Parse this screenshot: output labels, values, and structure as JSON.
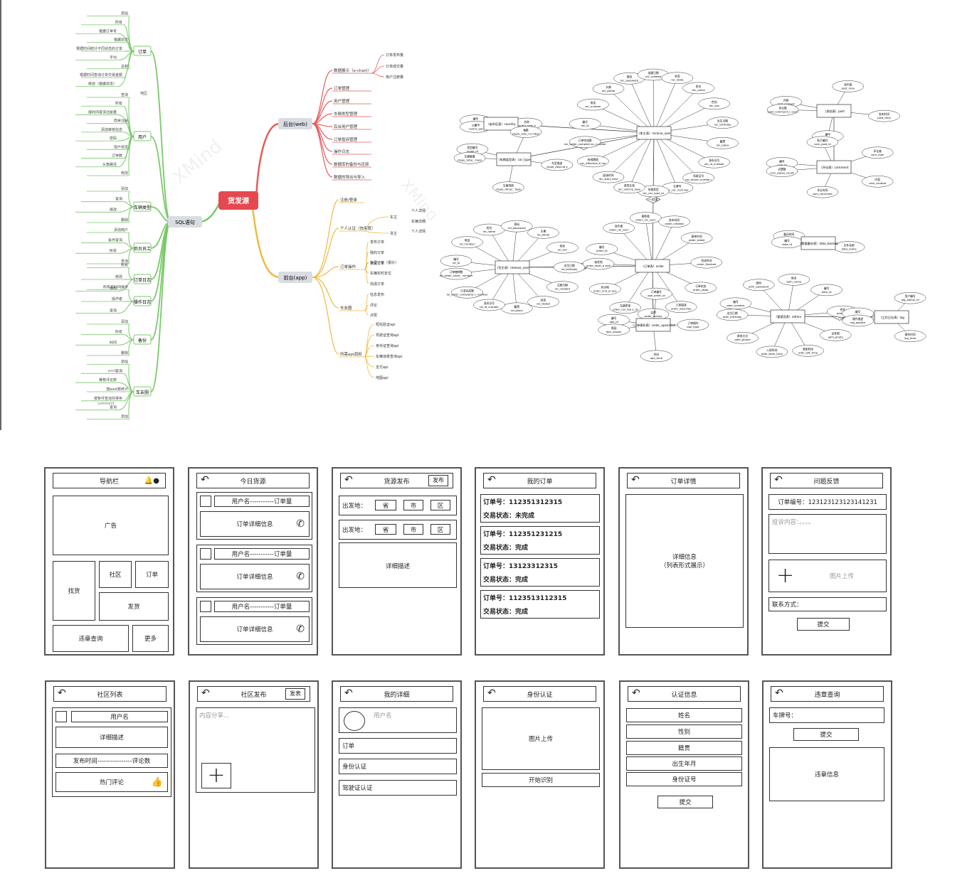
{
  "mindmap": {
    "center": "货发源",
    "sql_root": "SQL语句",
    "backend": "后台(web)",
    "frontend": "前台(app)",
    "sql_groups": [
      {
        "name": "订单",
        "leaves": [
          "添加",
          "所有",
          "根据订单号",
          "根据状态",
          "根据时间统计不同状态的订单",
          "平均",
          "总和",
          "根据时间查询订单交易金额",
          "修改（根据状态）"
        ]
      },
      {
        "name": "用户",
        "leaves": [
          "查询",
          "所有",
          "按时间查询注册量",
          "简单注册",
          "添加审核信息",
          "密码",
          "用户状态",
          "订单数",
          "头像路径",
          "修改"
        ]
      },
      {
        "name": "车辆类型",
        "leaves": [
          "添加",
          "查询",
          "修改",
          "删除"
        ]
      },
      {
        "name": "后台员工",
        "leaves": [
          "添加用户",
          "条件查询",
          "所有",
          "查询"
        ]
      },
      {
        "name": "订单日志",
        "leaves": [
          "所有",
          "修改",
          "添加"
        ]
      },
      {
        "name": "操作日志",
        "leaves": [
          "所有按时间排序",
          "操作者",
          "查询"
        ]
      },
      {
        "name": "备份",
        "leaves": [
          "添加",
          "所有",
          "时间",
          "删除"
        ]
      },
      {
        "name": "车友圈",
        "leaves": [
          "添加",
          "查询",
          "推荐评论数",
          "按post数统计",
          "按条件查询并排序",
          "查询",
          "添加"
        ]
      }
    ],
    "sql_misc": [
      "post",
      "comment",
      "地区"
    ],
    "backend_items": [
      "数据展示（e-chart）",
      "订单管理",
      "用户管理",
      "车辆类型管理",
      "后台用户管理",
      "订单投诉管理",
      "操作日志",
      "数据库的备份与还原",
      "数据的导出与导入"
    ],
    "backend_sub": [
      "订单发布量",
      "订单成交量",
      "用户注册量"
    ],
    "frontend_items": [
      "注册/登录",
      "个人认证（信用度）",
      "订单操作",
      "车友圈",
      "所需api调用"
    ],
    "frontend_sub": {
      "auth": [
        "车主",
        "货主",
        "个人详情",
        "车辆详细",
        "个人详情"
      ],
      "order": [
        "发布订单",
        "我的订单",
        "接受订单",
        "车辆实时定位",
        "完成订单",
        "车型订单（报价）"
      ],
      "circle": [
        "信息发布",
        "评论",
        "点赞"
      ],
      "api": [
        "短信验证api",
        "驾驶证查询api",
        "身份证查询api",
        "车辆违章查询api",
        "支付api",
        "地图api"
      ]
    },
    "watermark": "XMind"
  },
  "er": {
    "entities": [
      {
        "name": "（省市区表）country",
        "attrs": [
          "编号 country_id",
          "名称 coutry_nam e",
          "父编号 coutry_pid"
        ]
      },
      {
        "name": "（车辆类型表）car_type",
        "attrs": [
          "类型编号 ctype_id",
          "轴数 ctype_axle_nu mber",
          "车型描述 ctype_describ e",
          "车辆驾照 ctype_driver_ type",
          "车辆载重 ctype_total_ mass"
        ]
      },
      {
        "name": "（车主表）receive_user",
        "attrs": [
          "编号 rec_id",
          "电话 rec_number",
          "头像 rec_photo",
          "密码 rec_password",
          "创建日期 rec_created",
          "状态 rec_state",
          "姓名 rec_name",
          "性别 rec_sex",
          "出生日期 rec_birthday",
          "籍贯 rec_place",
          "身份证号 rec_id_number",
          "驾驶证号 rec_driver_numbe r",
          "车牌号 rec_car_num ber",
          "车辆类型 rec_car_type_id",
          "准驾车型 rec_vehicle_type",
          "起始时间 rec_start_time",
          "有效期限 rec_effective_ti me",
          "订单完成数 rec_order_completi on_number"
        ]
      },
      {
        "name": "（发帖表）post",
        "attrs": [
          "内容 post_context",
          "发布者 post_man",
          "发布时间 post_time",
          "编号 post_id",
          "评论数 post_comment_c ount"
        ]
      },
      {
        "name": "（评论表）comment",
        "attrs": [
          "编号 com_id",
          "帖子编号 com_post_id",
          "评论者 com_man",
          "内容 com_context",
          "评论时间 com_comment",
          "点赞数 com_agree_count"
        ]
      },
      {
        "name": "（数据备份表）data_backup",
        "attrs": [
          "备份时间 data_time",
          "文件名称 data_name",
          "编号 data_id"
        ]
      },
      {
        "name": "（货主表）release_user",
        "attrs": [
          "编号 rel_id",
          "电话 rel_number",
          "姓名 rel_name",
          "密码 rel_password",
          "头像 rel_photo",
          "性别 rel_sex",
          "出生日期 rel_birthday",
          "注册日期 rel_created",
          "状态 rel_stated",
          "籍贯 rel_place",
          "身份证号 rel_id_number",
          "订单完成数 rel_order_completio n_number",
          "订单撤销数 rel_order_cacel_ number"
        ]
      },
      {
        "name": "（订单表）order",
        "attrs": [
          "编号 order_id",
          "发布者 order_rel_user",
          "接收者 order_rec_user",
          "发布时间 order_created",
          "接单时间 order_taked",
          "完成时间 order_finished",
          "订单状态 order_state",
          "订单描述 order_describe",
          "运费 order_money",
          "车辆类型 order_car_typ e_id",
          "终点地 order_end_pl ace",
          "始发地 order_start_p lace"
        ]
      },
      {
        "name": "（订单操作表）order_opeartion",
        "attrs": [
          "编号 ope_id",
          "订单编号 ope_order_id",
          "订单操作 ope_type",
          "时间 ope_time",
          "原因 ope_reason"
        ]
      },
      {
        "name": "（管理员表）admin",
        "attrs": [
          "编号 adm_number",
          "密码 adm_password",
          "姓名 adm_name",
          "编号 adm_id",
          "性别 adm_sex",
          "证件照 adm_photo",
          "离职时间 adm_left_time",
          "入职时间 adm_work_time",
          "联系方式 adm_phone",
          "出生日期 adm_birthday"
        ]
      },
      {
        "name": "（工作日志表）log",
        "attrs": [
          "编号 log_id",
          "用户编号 log_admin_id",
          "操作时间 log_time",
          "操作描述 log_opeate"
        ]
      }
    ],
    "relations": [
      "一对一",
      "一对多",
      "一对多",
      "一对多",
      "一对多",
      "一对多",
      "一对多"
    ]
  },
  "wireframes": [
    {
      "title": "导航栏",
      "ad": "广告",
      "find": "找货",
      "community": "社区",
      "order": "订单",
      "ship": "发货",
      "violation": "违章查询",
      "more": "更多"
    },
    {
      "title": "今日货源",
      "user_row": "用户名-----------订单量",
      "info": "订单详细信息"
    },
    {
      "title": "货源发布",
      "action": "发布",
      "from": "出发地：",
      "province": "省",
      "city": "市",
      "district": "区",
      "detail": "详细描述"
    },
    {
      "title": "我的订单",
      "orders": [
        {
          "no": "订单号：112351312315",
          "status": "交易状态：未完成"
        },
        {
          "no": "订单号：112351231215",
          "status": "交易状态：完成"
        },
        {
          "no": "订单号：13123312315",
          "status": "交易状态：完成"
        },
        {
          "no": "订单号：1123513112315",
          "status": "交易状态：完成"
        }
      ]
    },
    {
      "title": "订单详情",
      "body": "详细信息\n（列表形式展示）"
    },
    {
      "title": "问题反馈",
      "order_no": "订单编号：123123123123141231",
      "content_ph": "投诉内容：。。。。",
      "upload": "图片上传",
      "contact": "联系方式：",
      "submit": "提交"
    },
    {
      "title": "社区列表",
      "user": "用户名",
      "detail": "详细描述",
      "meta": "发布时间----------------评论数",
      "hot": "热门评论"
    },
    {
      "title": "社区发布",
      "action": "发表",
      "content_ph": "内容分享..."
    },
    {
      "title": "我的详细",
      "user": "用户名",
      "order": "订单",
      "id_auth": "身份认证",
      "license_auth": "驾驶证认证"
    },
    {
      "title": "身份认证",
      "upload": "图片上传",
      "start": "开始识别"
    },
    {
      "title": "认证信息",
      "fields": [
        "姓名",
        "性别",
        "籍贯",
        "出生年月",
        "身份证号"
      ],
      "submit": "提交"
    },
    {
      "title": "违章查询",
      "plate": "车牌号：",
      "submit": "提交",
      "info": "违章信息"
    }
  ]
}
